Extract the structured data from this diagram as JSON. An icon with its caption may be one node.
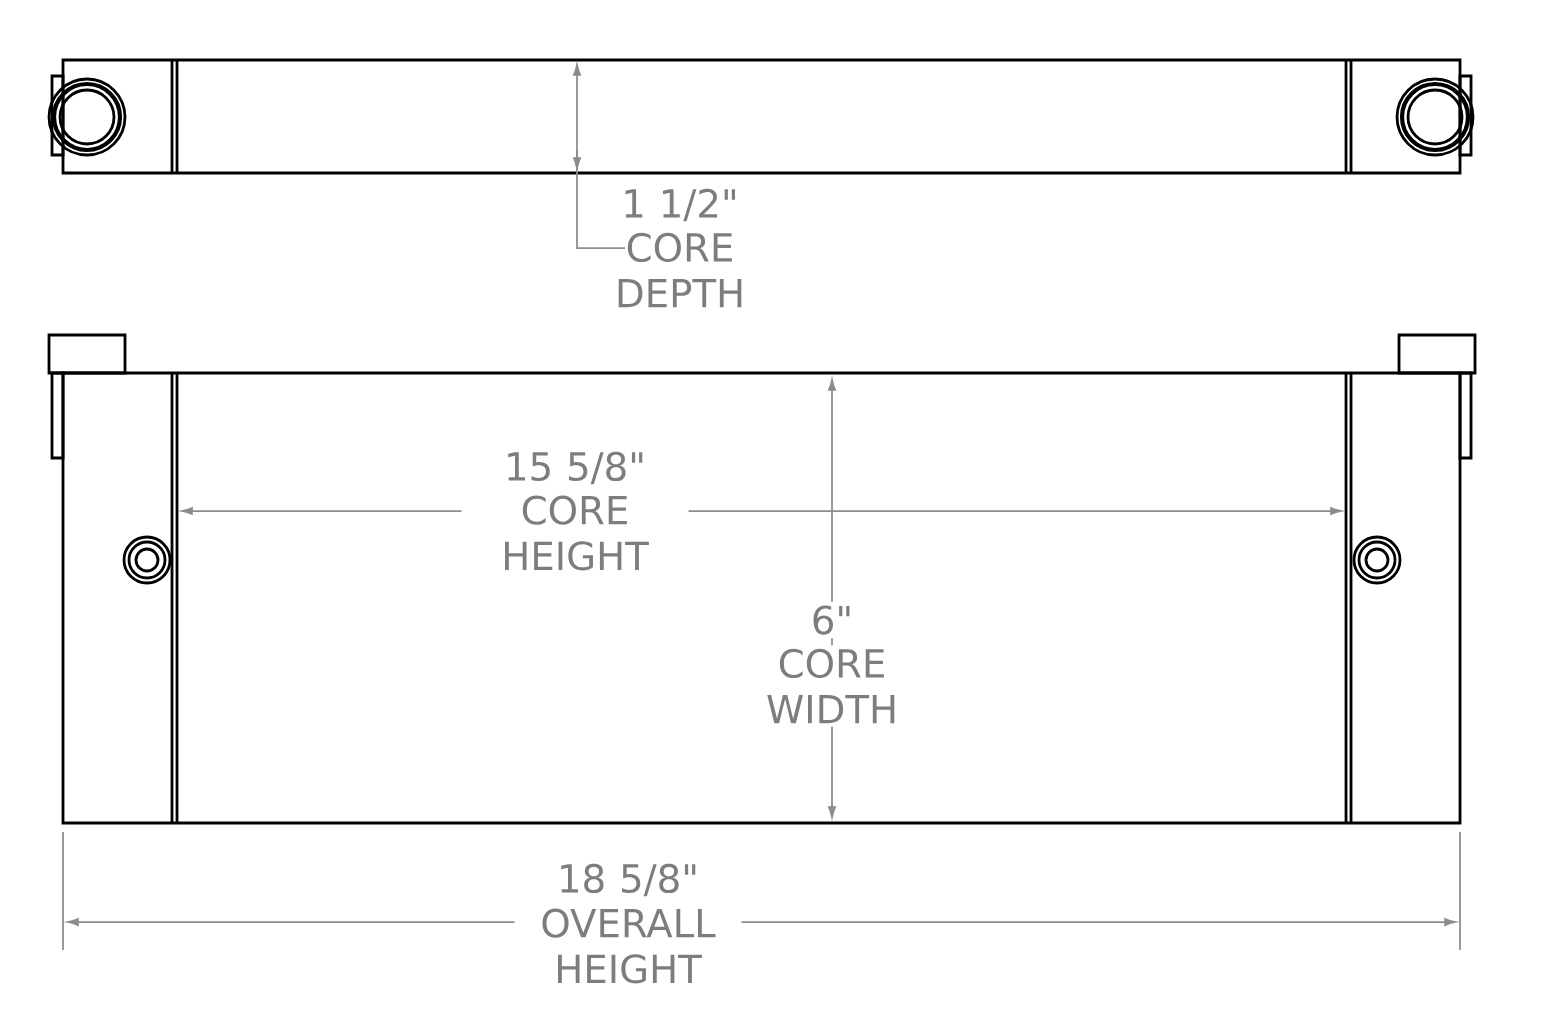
{
  "diagram": {
    "labels": [
      "1 1/2\"",
      "CORE DEPTH",
      "15 5/8\"",
      "CORE HEIGHT",
      "6\"",
      "CORE WIDTH",
      "18 5/8\"",
      "OVERALL HEIGHT"
    ]
  }
}
